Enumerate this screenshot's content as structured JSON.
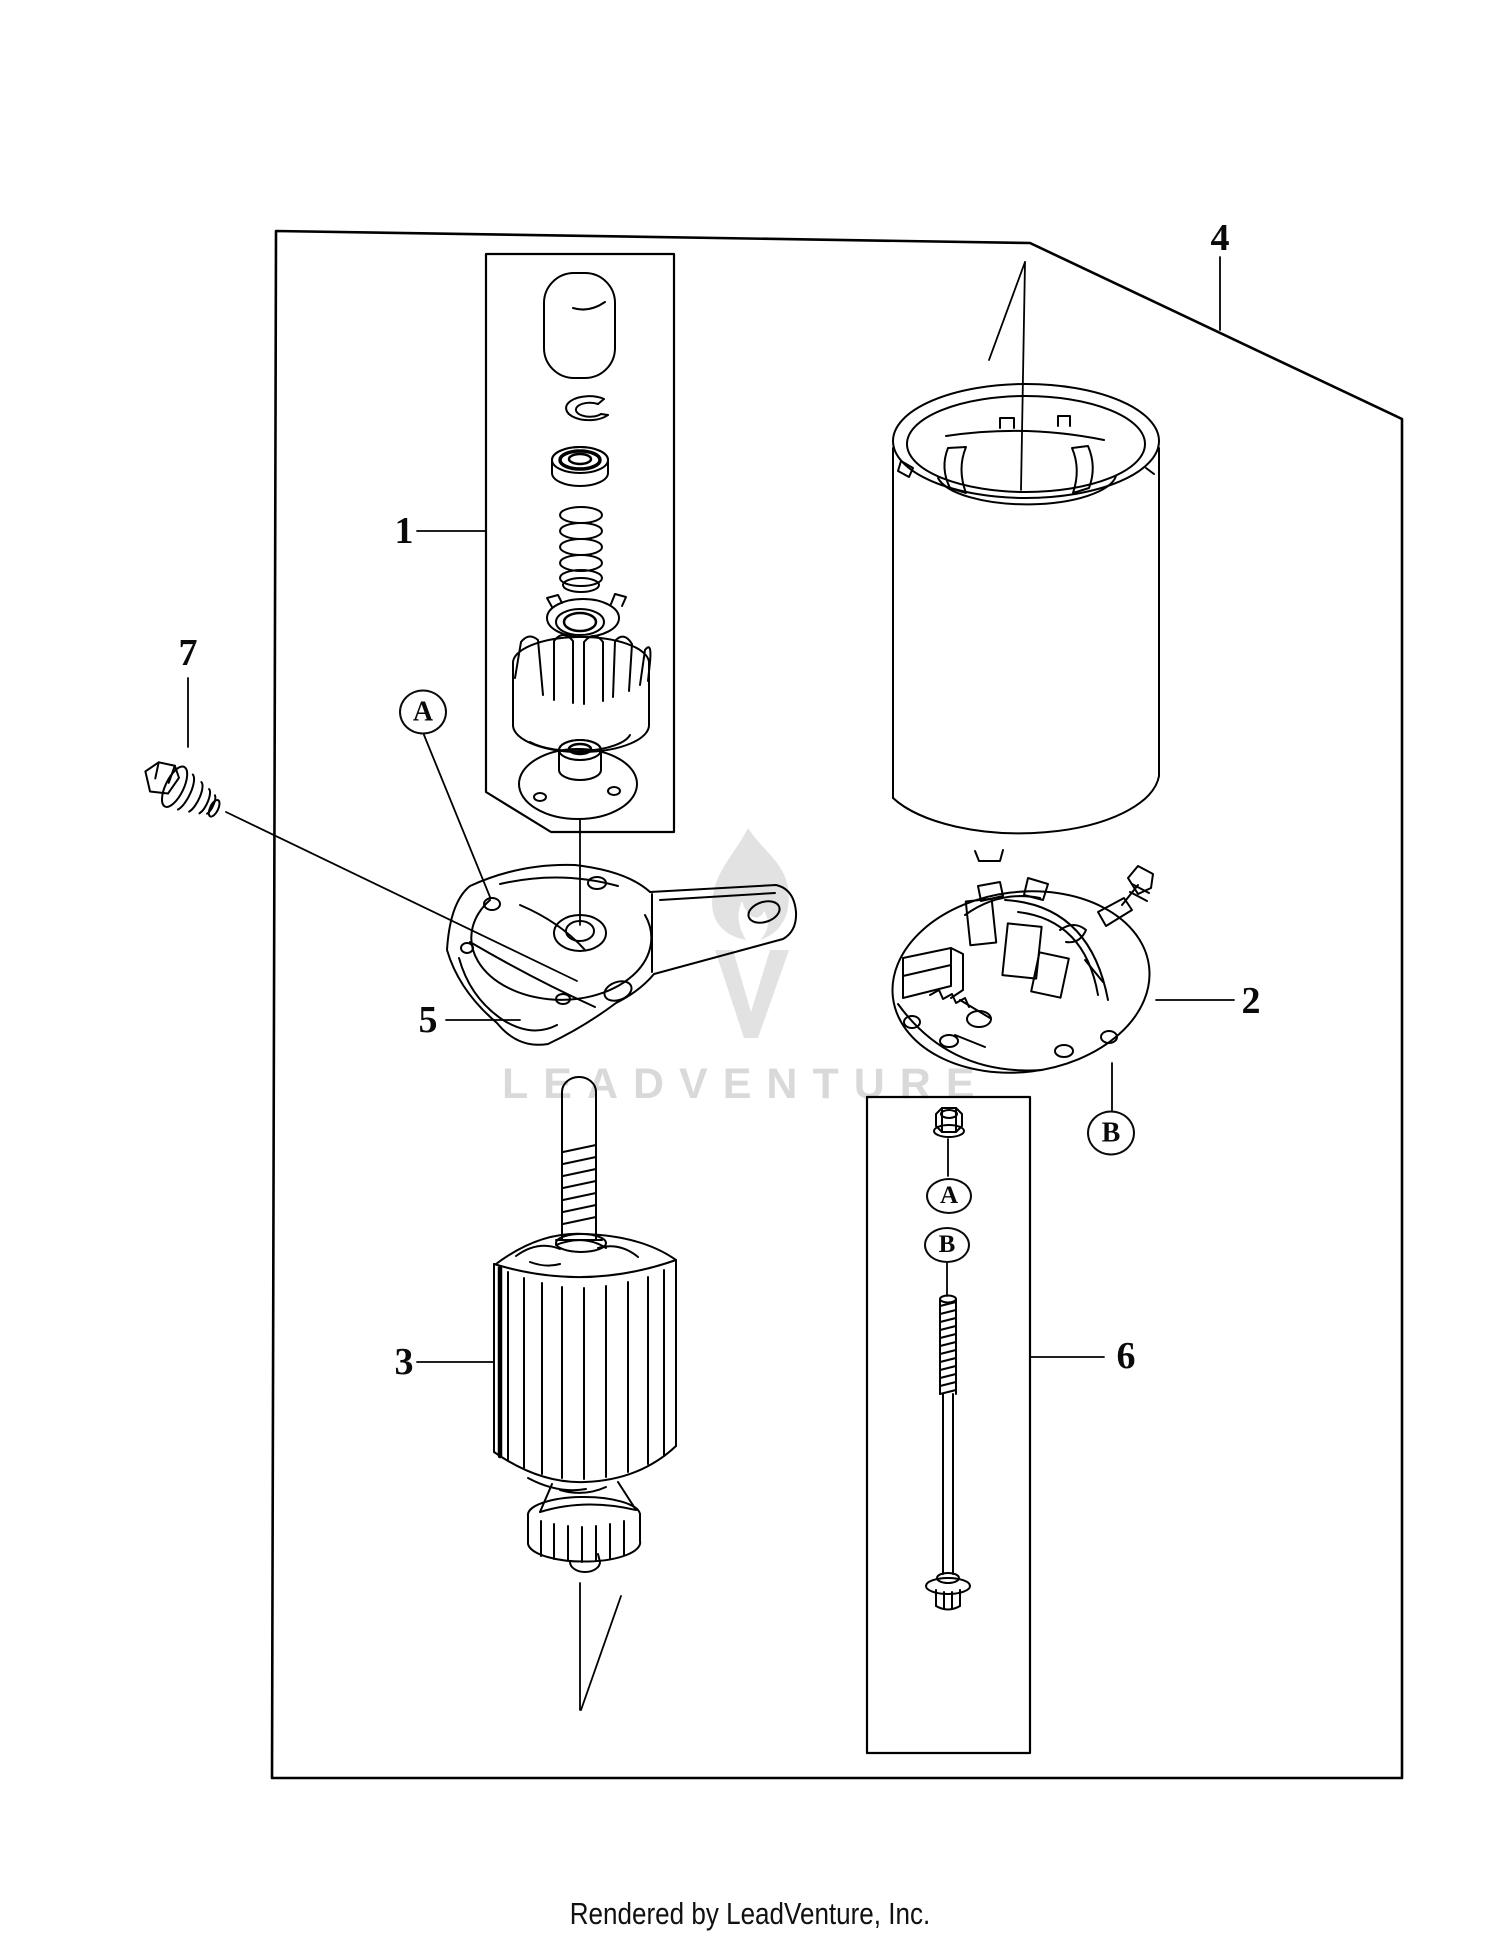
{
  "page": {
    "background": "#ffffff",
    "footer": {
      "text": "Rendered by LeadVenture, Inc."
    }
  },
  "watermark": {
    "text": "LEADVENTURE",
    "logo_icon": "leadventure-flame-logo",
    "color": "#d9d9d9"
  },
  "diagram": {
    "type": "exploded-parts-diagram",
    "subject": "electric starter motor assembly",
    "line_color": "#000000",
    "callouts": [
      {
        "label": "1",
        "part": "pinion-drive-kit"
      },
      {
        "label": "2",
        "part": "brush-holder-end-cap"
      },
      {
        "label": "3",
        "part": "armature"
      },
      {
        "label": "4",
        "part": "starter-motor-housing"
      },
      {
        "label": "5",
        "part": "mounting-bracket"
      },
      {
        "label": "6",
        "part": "through-bolt-kit"
      },
      {
        "label": "7",
        "part": "flange-bolt"
      }
    ],
    "reference_circles": [
      {
        "label": "A",
        "location": "main-diagram"
      },
      {
        "label": "B",
        "location": "main-diagram"
      },
      {
        "label": "A",
        "location": "bolt-box"
      },
      {
        "label": "B",
        "location": "bolt-box"
      }
    ]
  }
}
